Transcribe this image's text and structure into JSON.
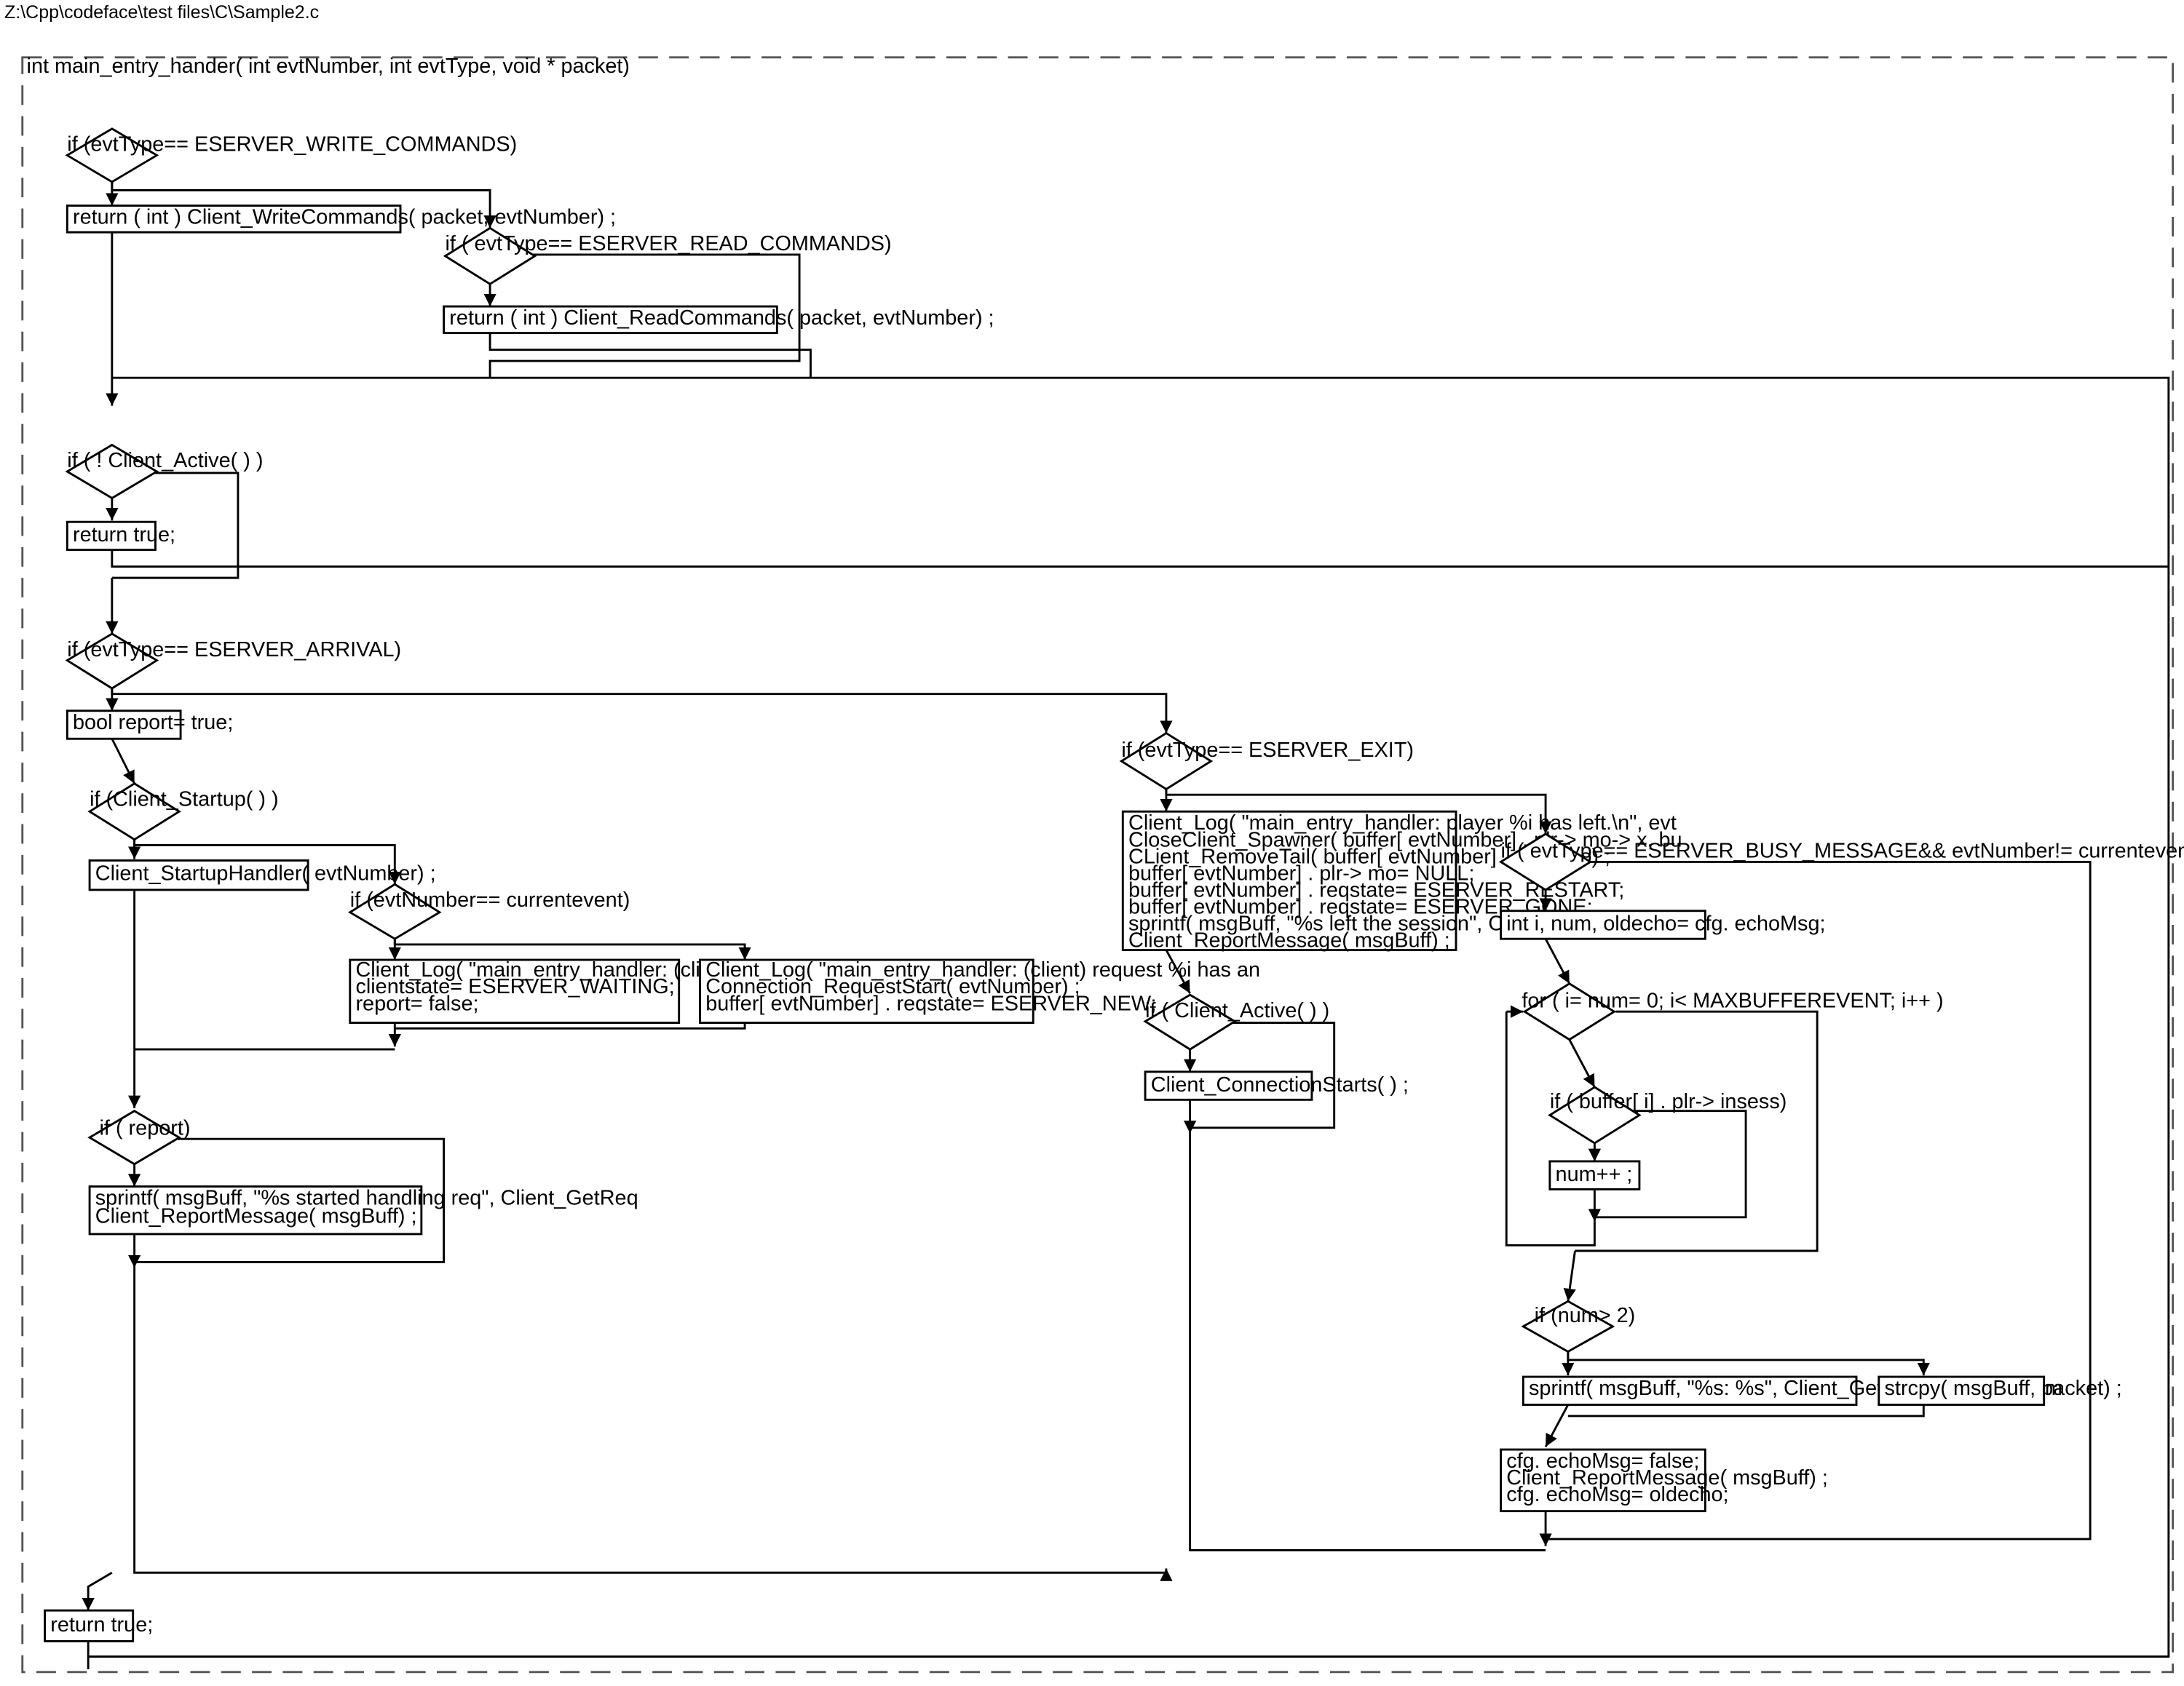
{
  "window": {
    "title": "Z:\\Cpp\\codeface\\test files\\C\\Sample2.c"
  },
  "function": {
    "signature": "int main_entry_hander( int evtNumber, int evtType, void * packet)"
  },
  "nodes": {
    "if_write": "if (evtType== ESERVER_WRITE_COMMANDS)",
    "ret_write": "return ( int ) Client_WriteCommands( packet, evtNumber) ;",
    "if_read": "if ( evtType== ESERVER_READ_COMMANDS)",
    "ret_read": "return ( int ) Client_ReadCommands( packet, evtNumber) ;",
    "if_active": "if ( ! Client_Active( ) )",
    "ret_true_1": "return true;",
    "if_arrival": "if (evtType== ESERVER_ARRIVAL)",
    "bool_report": "bool report= true;",
    "if_startup": "if (Client_Startup( ) )",
    "startup_handler": "Client_StartupHandler( evtNumber) ;",
    "if_current": "if (evtNumber== currentevent)",
    "log_ok": [
      "Client_Log( \"main_entry_handler: (client) startup ok.\\n\") ;",
      "clientstate= ESERVER_WAITING;",
      "report= false;"
    ],
    "log_req": [
      "Client_Log( \"main_entry_handler: (client) request %i has an",
      "Connection_RequestStart( evtNumber) ;",
      "buffer[ evtNumber] . reqstate= ESERVER_NEW;"
    ],
    "if_report": "if ( report)",
    "sprintf_report": [
      "sprintf( msgBuff, \"%s started handling req\", Client_GetReq",
      "Client_ReportMessage( msgBuff) ;"
    ],
    "if_exit": "if (evtType== ESERVER_EXIT)",
    "exit_block": [
      "Client_Log( \"main_entry_handler: player %i has left.\\n\", evt",
      "CloseClient_Spawner( buffer[ evtNumber] . plr-> mo-> x, bu",
      "CLient_RemoveTail( buffer[ evtNumber] . plr-> mo) ;",
      "buffer[ evtNumber] . plr-> mo= NULL;",
      "buffer[ evtNumber] . reqstate= ESERVER_RESTART;",
      "buffer[ evtNumber] . reqstate= ESERVER_GONE;",
      "sprintf( msgBuff, \"%s left the session\", Client_GetReqNam",
      "Client_ReportMessage( msgBuff) ;"
    ],
    "if_active_2": "if ( Client_Active( ) )",
    "conn_starts": "Client_ConnectionStarts( ) ;",
    "if_busy": "if ( evtType== ESERVER_BUSY_MESSAGE&& evtNumber!= currentevent)",
    "int_decl": "int i, num, oldecho= cfg. echoMsg;",
    "for_loop": "for ( i= num= 0; i< MAXBUFFEREVENT; i++ )",
    "if_buffer": "if ( buffer[ i] . plr-> insess)",
    "num_inc": "num++ ;",
    "if_num": "if (num> 2)",
    "sprintf_num": "sprintf( msgBuff, \"%s: %s\", Client_GetReqName( evtNum",
    "strcpy": "strcpy( msgBuff, packet) ;",
    "cfg_block": [
      "cfg. echoMsg= false;",
      "Client_ReportMessage( msgBuff) ;",
      "cfg. echoMsg= oldecho;"
    ],
    "ret_true_2": "return true;"
  }
}
